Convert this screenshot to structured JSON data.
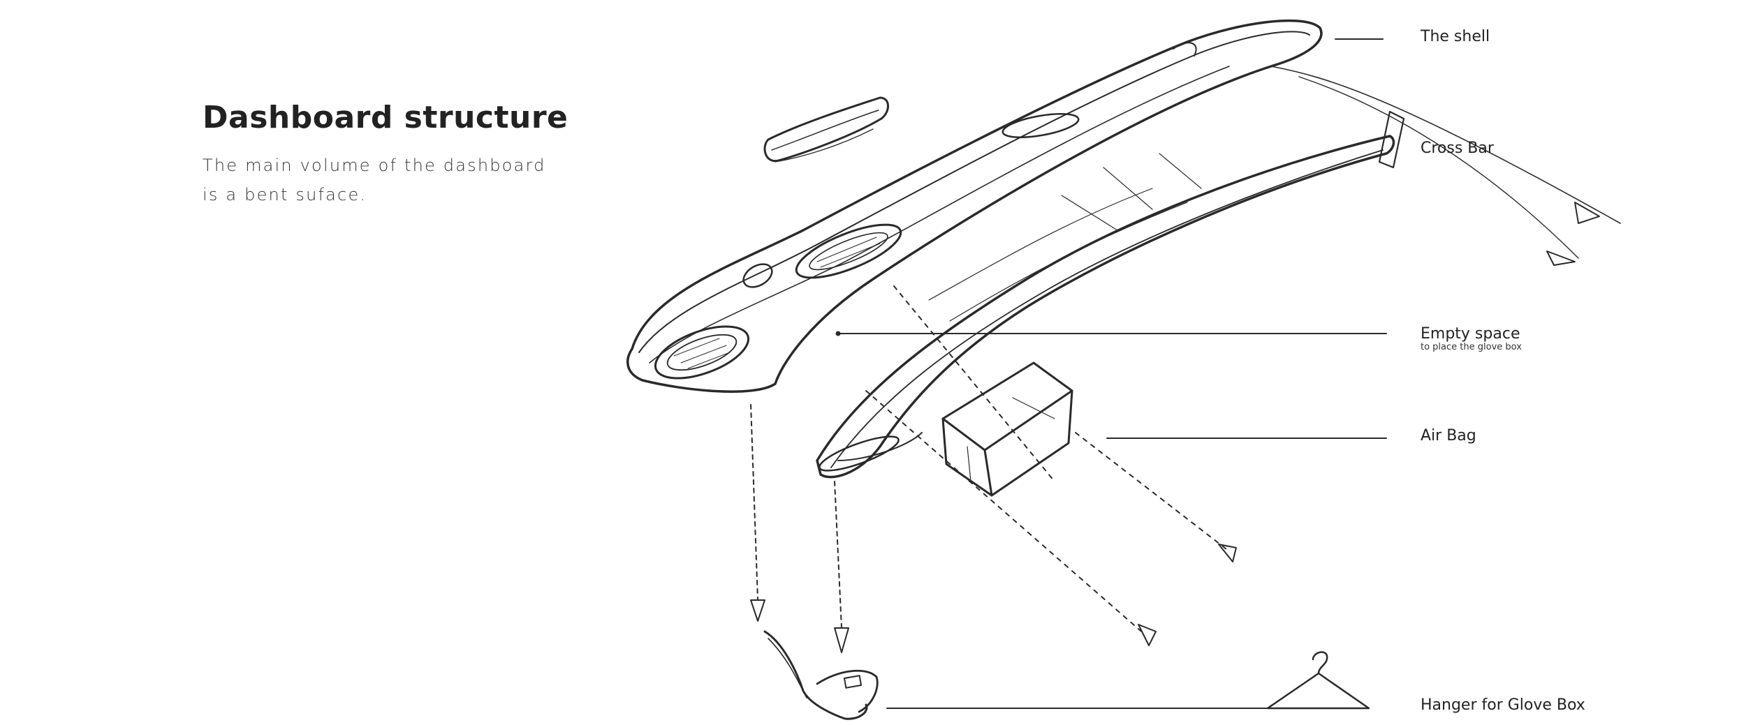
{
  "header": {
    "title": "Dashboard structure",
    "description_lines": [
      "The main volume of the dashboard",
      "is a bent suface."
    ]
  },
  "callouts": [
    {
      "label": "The shell"
    },
    {
      "label": "Cross Bar"
    },
    {
      "label": "Empty space",
      "sublabel": "to place the glove box"
    },
    {
      "label": "Air Bag"
    },
    {
      "label": "Hanger for Glove Box"
    }
  ],
  "colors": {
    "ink": "#2a2a2a",
    "background": "#ffffff"
  }
}
